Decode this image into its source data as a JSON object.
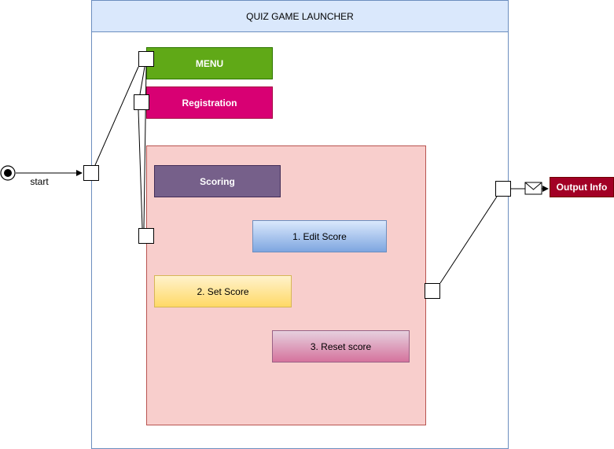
{
  "launcher": {
    "title": "QUIZ GAME LAUNCHER"
  },
  "menu": {
    "label": "MENU"
  },
  "registration": {
    "label": "Registration"
  },
  "scoring": {
    "label": "Scoring"
  },
  "edit_score": {
    "label": "1. Edit Score"
  },
  "set_score": {
    "label": "2. Set Score"
  },
  "reset_score": {
    "label": "3. Reset score"
  },
  "output": {
    "label": "Output Info"
  },
  "start": {
    "label": "start"
  },
  "colors": {
    "launcher_header": "#dae8fc",
    "menu": "#60a917",
    "registration": "#d80073",
    "scoring_region": "#f8cecc",
    "scoring": "#76608a",
    "output": "#a20025"
  },
  "icons": {
    "start": "start-node-icon",
    "message": "envelope-icon"
  }
}
